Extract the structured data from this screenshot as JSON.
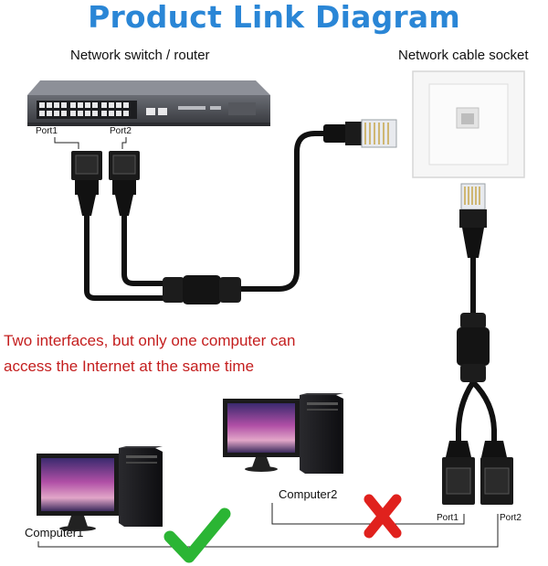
{
  "title": "Product Link Diagram",
  "labels": {
    "switch": "Network switch / router",
    "socket": "Network cable socket",
    "computer1": "Computer1",
    "computer2": "Computer2",
    "switch_port1": "Port1",
    "switch_port2": "Port2",
    "splitter_port1": "Port1",
    "splitter_port2": "Port2"
  },
  "warning_text": "Two interfaces, but only one computer can access the Internet at the same time",
  "status": {
    "computer1": "connected",
    "computer2": "not-connected"
  },
  "colors": {
    "title": "#2a86d6",
    "warning": "#c41e1e",
    "ok": "#2bb534",
    "error": "#e0211d"
  },
  "icons": {
    "ok": "green-check-icon",
    "error": "red-x-icon"
  }
}
